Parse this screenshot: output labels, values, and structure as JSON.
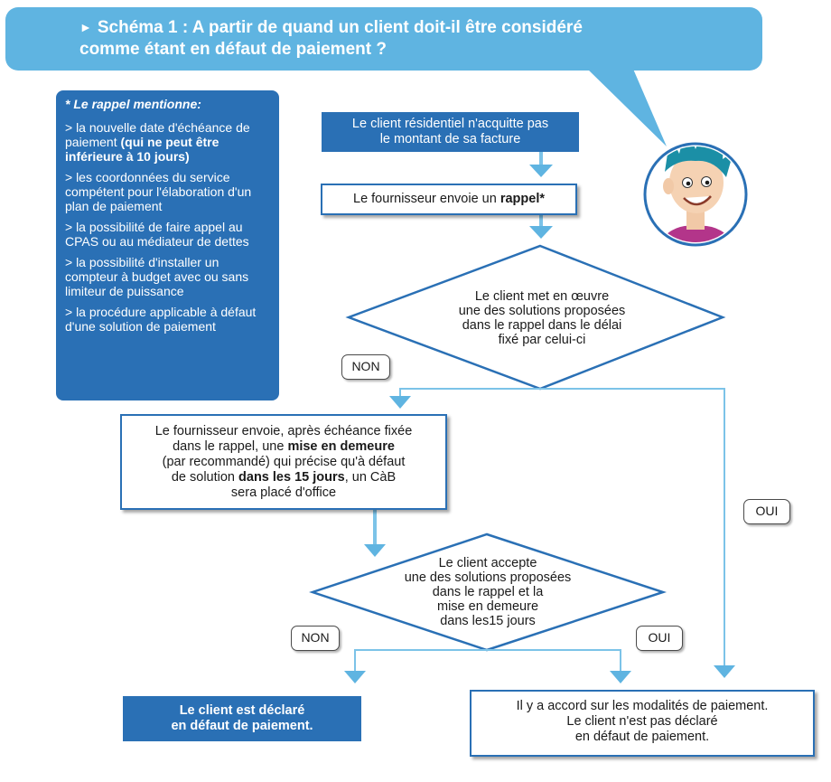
{
  "title": {
    "line1": "Schéma 1 : A partir de quand un client doit-il être considéré",
    "line2": "comme étant en défaut de paiement ?"
  },
  "note": {
    "title": "* Le rappel mentionne:",
    "items": [
      {
        "prefix": "> la nouvelle date d'échéance de paiement ",
        "bold": "(qui ne peut être inférieure à 10 jours)",
        "suffix": ""
      },
      {
        "prefix": "> les coordonnées du service compétent pour l'élaboration d'un plan de paiement",
        "bold": "",
        "suffix": ""
      },
      {
        "prefix": "> la possibilité de faire appel au CPAS ou au médiateur de dettes",
        "bold": "",
        "suffix": ""
      },
      {
        "prefix": "> la possibilité d'installer un compteur à budget avec ou sans limiteur de puissance",
        "bold": "",
        "suffix": ""
      },
      {
        "prefix": "> la procédure applicable à défaut d'une solution de paiement",
        "bold": "",
        "suffix": ""
      }
    ]
  },
  "nodes": {
    "start": {
      "line1": "Le client résidentiel n'acquitte pas",
      "line2": "le montant de sa facture"
    },
    "rappel": {
      "prefix": "Le fournisseur envoie un ",
      "bold": "rappel*"
    },
    "decision1": {
      "line1": "Le client met en œuvre",
      "line2": "une des solutions proposées",
      "line3": "dans le rappel dans le délai",
      "line4": "fixé par celui-ci"
    },
    "demeure": {
      "line1": "Le fournisseur envoie, après échéance fixée",
      "line2a": "dans le rappel, une ",
      "line2b": "mise en demeure",
      "line3": "(par recommandé) qui précise qu'à défaut",
      "line4a": "de solution ",
      "line4b": "dans les 15 jours",
      "line4c": ", un CàB",
      "line5": "sera placé d'office"
    },
    "decision2": {
      "line1": "Le client accepte",
      "line2": "une des solutions proposées",
      "line3": "dans le rappel et la",
      "line4": "mise en demeure",
      "line5": "dans les15 jours"
    },
    "defaut": {
      "line1": "Le client est déclaré",
      "line2": "en défaut de paiement."
    },
    "accord": {
      "line1": "Il y a accord sur les modalités de paiement.",
      "line2": "Le client n'est pas déclaré",
      "line3": "en défaut de paiement."
    }
  },
  "labels": {
    "non1": "NON",
    "oui1": "OUI",
    "non2": "NON",
    "oui2": "OUI"
  },
  "colors": {
    "header": "#5fb4e1",
    "panel": "#2a70b5",
    "box_border": "#2a70b5",
    "arrow": "#5fb4e1",
    "connector": "#7cc3e8"
  },
  "icons": {
    "mascot": "boy-avatar-icon"
  }
}
